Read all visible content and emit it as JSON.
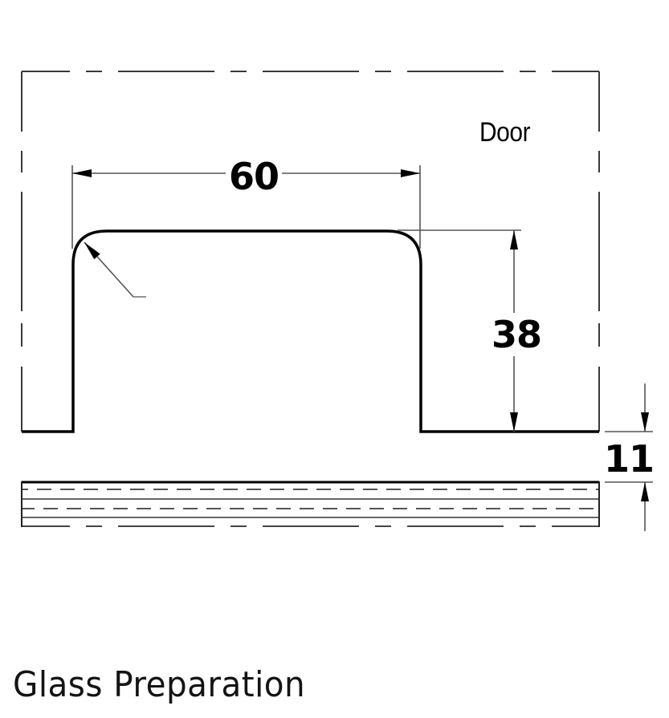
{
  "diagram": {
    "type": "technical-drawing",
    "subject": "door handle cutout over glass panel",
    "labels": {
      "door": "Door",
      "title": "Glass Preparation"
    },
    "dimensions": {
      "width": "60",
      "height": "38",
      "thickness": "11"
    },
    "colors": {
      "line": "#000000",
      "dimension_line": "#555555",
      "dash_line": "#444444",
      "background": "#ffffff"
    }
  }
}
